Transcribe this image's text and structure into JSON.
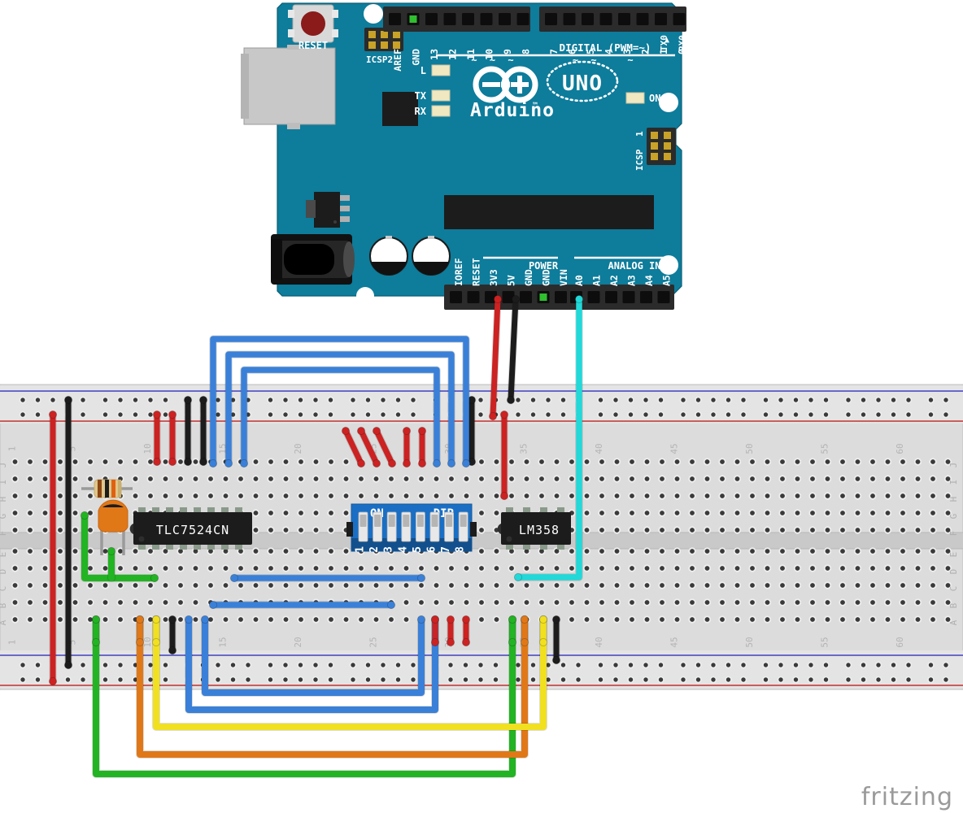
{
  "board": {
    "name": "Arduino UNO",
    "logo_text": "Arduino",
    "logo_tm": "™",
    "model_badge": "UNO",
    "reset_label": "RESET",
    "icsp2_label": "ICSP2",
    "icsp_label": "ICSP",
    "icsp_pin1": "1",
    "led_l": "L",
    "led_tx": "TX",
    "led_rx": "RX",
    "led_on": "ON",
    "digital_header_label": "DIGITAL (PWM=~)",
    "power_header_label": "POWER",
    "analog_header_label": "ANALOG IN",
    "digital_pins_left": [
      "AREF",
      "GND",
      "13",
      "12",
      "11",
      "10",
      "9",
      "8"
    ],
    "digital_pwm_left": [
      "",
      "",
      "",
      "",
      "~",
      "~",
      "~",
      ""
    ],
    "digital_pins_right": [
      "7",
      "6",
      "5",
      "4",
      "3",
      "2",
      "1",
      "0"
    ],
    "digital_pwm_right": [
      "",
      "~",
      "~",
      "",
      "~",
      "",
      "",
      ""
    ],
    "digital_serial_right": [
      "",
      "",
      "",
      "",
      "",
      "",
      "TX0",
      "RX0"
    ],
    "digital_arrow_right": [
      "",
      "",
      "",
      "",
      "",
      "",
      "▲",
      "▼"
    ],
    "power_pins": [
      "IOREF",
      "RESET",
      "3V3",
      "5V",
      "GND",
      "GND",
      "VIN"
    ],
    "analog_pins": [
      "A0",
      "A1",
      "A2",
      "A3",
      "A4",
      "A5"
    ],
    "colors": {
      "pcb": "#0e7c9b",
      "pcb_dark": "#0a6a85",
      "header": "#2b2b2b",
      "silk": "#ffffff",
      "led_green": "#2fbf2f",
      "reset_button": "#8b1a1a"
    }
  },
  "breadboard": {
    "row_letters_top": [
      "J",
      "I",
      "H",
      "G",
      "F"
    ],
    "row_letters_bottom": [
      "E",
      "D",
      "C",
      "B",
      "A"
    ],
    "column_markers": [
      "1",
      "5",
      "10",
      "15",
      "20",
      "25",
      "30",
      "35",
      "40",
      "45",
      "50",
      "55",
      "60"
    ],
    "total_columns": 63,
    "rail_positive_color": "#d02020",
    "rail_negative_color": "#2020d0",
    "body_color": "#dcdcdc"
  },
  "components": [
    {
      "name": "dac-ic",
      "type": "dip-ic",
      "label": "TLC7524CN",
      "pins": 16,
      "body_color": "#1c1c1c"
    },
    {
      "name": "opamp-ic",
      "type": "dip-ic",
      "label": "LM358",
      "pins": 8,
      "body_color": "#1c1c1c"
    },
    {
      "name": "dip-switch",
      "type": "dip-switch",
      "label_on": "ON",
      "label_dip": "DIP",
      "positions": [
        "1",
        "2",
        "3",
        "4",
        "5",
        "6",
        "7",
        "8"
      ],
      "body_color": "#1a6fc4"
    },
    {
      "name": "resistor",
      "type": "resistor",
      "bands": [
        "#8b4513",
        "#1c1c1c",
        "#e06010"
      ],
      "body_color": "#e0c68a"
    },
    {
      "name": "ceramic-capacitor",
      "type": "capacitor",
      "body_color": "#e07818"
    }
  ],
  "wire_colors": {
    "red": "#cc2222",
    "black": "#1c1c1c",
    "blue": "#3a80d8",
    "cyan": "#22d8d8",
    "green": "#22b422",
    "orange": "#e07818",
    "yellow": "#f0e020"
  },
  "watermark": {
    "text": "fritzing"
  }
}
